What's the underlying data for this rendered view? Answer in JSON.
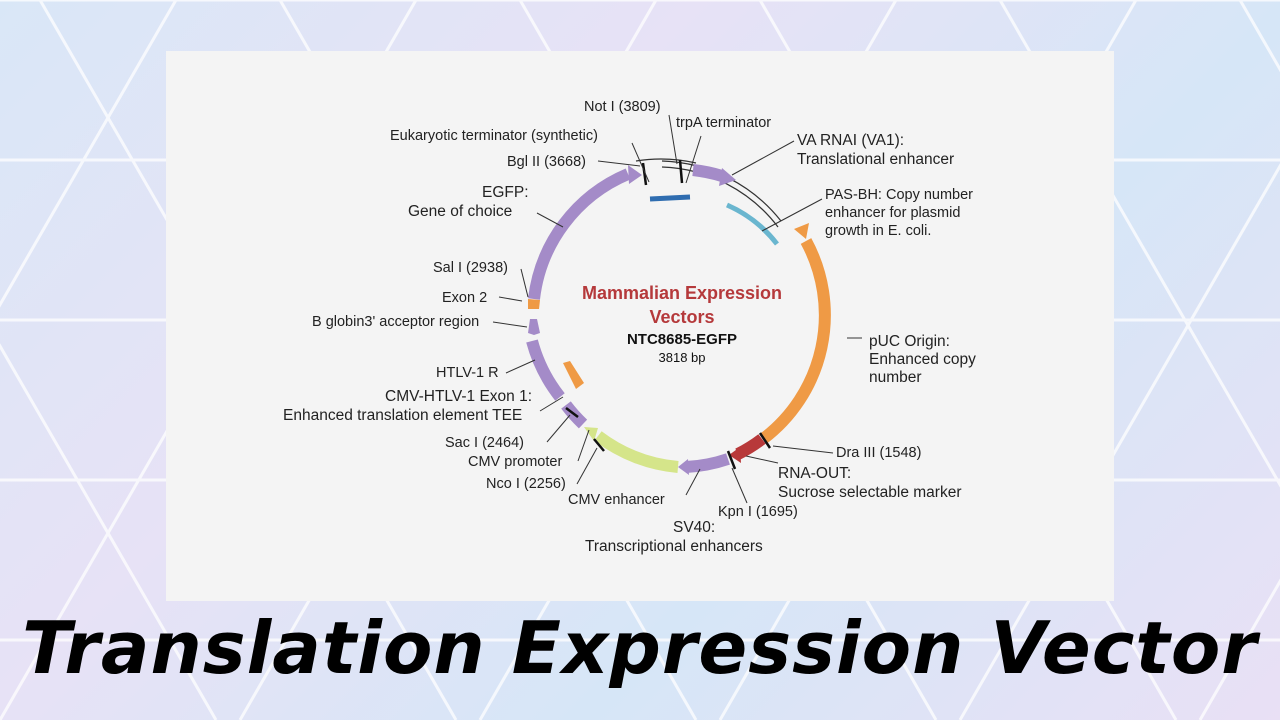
{
  "center": {
    "title_line1": "Mammalian Expression",
    "title_line2": "Vectors",
    "name": "NTC8685-EGFP",
    "size": "3818 bp"
  },
  "labels": {
    "not1": "Not I (3809)",
    "trpa": "trpA terminator",
    "euk_term": "Eukaryotic terminator (synthetic)",
    "bgl2": "Bgl II (3668)",
    "va_rnai_1": "VA RNAI (VA1):",
    "va_rnai_2": "Translational enhancer",
    "pas_bh_1": "PAS-BH: Copy number",
    "pas_bh_2": "enhancer for plasmid",
    "pas_bh_3": "growth in E. coli.",
    "egfp_1": "EGFP:",
    "egfp_2": "Gene of choice",
    "sal1": "Sal I (2938)",
    "exon2": "Exon 2",
    "bglobin": "B globin3' acceptor region",
    "puc_1": "pUC Origin:",
    "puc_2": "Enhanced copy",
    "puc_3": "number",
    "htlv": "HTLV-1 R",
    "cmv_htlv_1": "CMV-HTLV-1 Exon 1:",
    "cmv_htlv_2": "Enhanced translation element TEE",
    "sac1": "Sac I (2464)",
    "cmv_promoter": "CMV promoter",
    "nco1": "Nco I (2256)",
    "cmv_enhancer": "CMV enhancer",
    "dra3": "Dra III (1548)",
    "rna_out_1": "RNA-OUT:",
    "rna_out_2": "Sucrose selectable marker",
    "kpn1": "Kpn I (1695)",
    "sv40_1": "SV40:",
    "sv40_2": "Transcriptional enhancers"
  },
  "caption": "Translation Expression Vector",
  "colors": {
    "lavender": "#a48bc8",
    "orange": "#ef9a45",
    "red": "#b8393a",
    "lime": "#d5e58a",
    "teal": "#6ab6cf",
    "blue": "#2f6db0",
    "title_red": "#b5393b"
  }
}
